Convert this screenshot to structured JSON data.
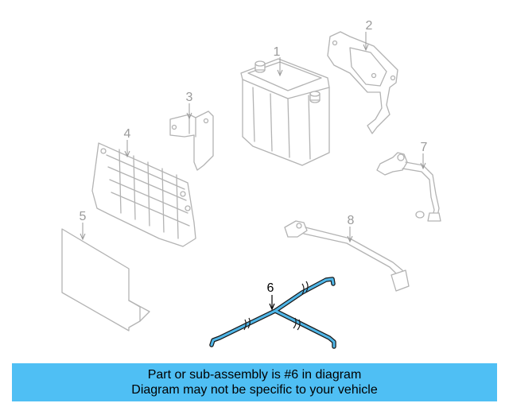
{
  "diagram": {
    "callouts": [
      {
        "id": "1",
        "label": "1"
      },
      {
        "id": "2",
        "label": "2"
      },
      {
        "id": "3",
        "label": "3"
      },
      {
        "id": "4",
        "label": "4"
      },
      {
        "id": "5",
        "label": "5"
      },
      {
        "id": "6",
        "label": "6"
      },
      {
        "id": "7",
        "label": "7"
      },
      {
        "id": "8",
        "label": "8"
      }
    ],
    "highlighted_part": "6",
    "highlight_color": "#4fb6e8"
  },
  "banner": {
    "line1": "Part or sub-assembly is #6 in diagram",
    "line2": "Diagram may not be specific to your vehicle",
    "background_color": "#4fbff4"
  }
}
